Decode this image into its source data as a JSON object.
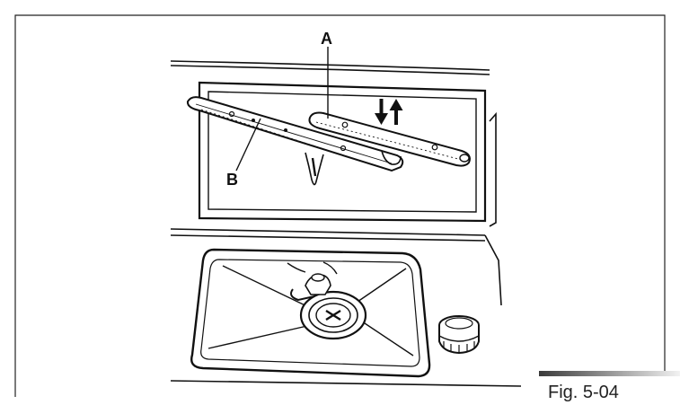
{
  "diagram": {
    "callouts": [
      {
        "id": "A",
        "text": "A"
      },
      {
        "id": "B",
        "text": "B"
      }
    ],
    "figure_caption": "Fig. 5-04",
    "colors": {
      "line": "#111111",
      "frame": "#222222",
      "caption_bar_dark": "#3a3a3a",
      "caption_bar_light": "#f2f2f2"
    },
    "icons": [
      "down-arrow-icon",
      "up-arrow-icon"
    ]
  }
}
